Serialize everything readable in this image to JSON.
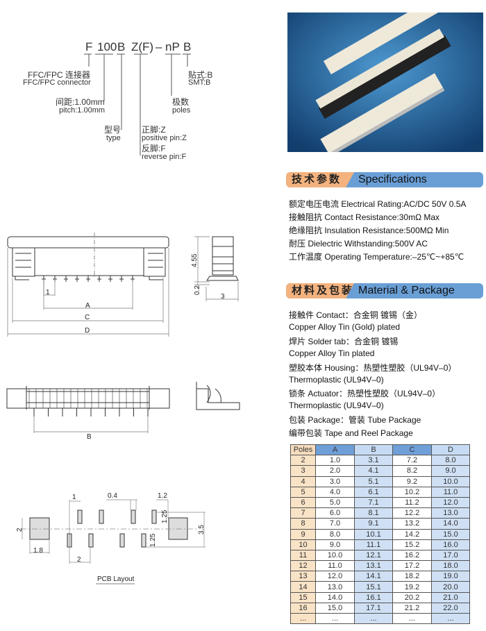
{
  "part_number": {
    "segments": [
      "F",
      "100",
      "B",
      "Z(F)",
      "–",
      "nP",
      "B"
    ],
    "labels": {
      "series_cn": "FFC/FPC 连接器",
      "series_en": "FFC/FPC connector",
      "pitch_cn": "间距:1.00mm",
      "pitch_en": "pitch:1.00mm",
      "type_cn": "型号",
      "type_en": "type",
      "pin_pos_cn": "正脚:Z",
      "pin_pos_en": "positive pin:Z",
      "pin_rev_cn": "反脚:F",
      "pin_rev_en": "reverse pin:F",
      "poles_cn": "极数",
      "poles_en": "poles",
      "smt_cn": "贴式:B",
      "smt_en": "SMT:B"
    }
  },
  "drawings": {
    "front": {
      "dim_1": "1",
      "dim_a": "A",
      "dim_c": "C",
      "dim_d": "D"
    },
    "side": {
      "height": "4.55",
      "offset": "0.2",
      "width": "3"
    },
    "bottom": {
      "dim_b": "B"
    },
    "pcb": {
      "title": "PCB Layout",
      "d_1": "1",
      "d_04": "0.4",
      "d_12": "1.2",
      "d_125a": "1.25",
      "d_125b": "1.25",
      "d_35": "3.5",
      "d_2h": "2",
      "d_18": "1.8",
      "d_2": "2"
    }
  },
  "specs": {
    "title_cn": "技术参数",
    "title_en": "Specifications",
    "lines": [
      "额定电压电流 Electrical Rating:AC/DC 50V 0.5A",
      "接触阻抗 Contact Resistance:30mΩ Max",
      "绝缘阻抗 Insulation Resistance:500MΩ Min",
      "耐压 Dielectric Withstanding:500V AC",
      "工作温度 Operating Temperature:–25℃~+85℃"
    ]
  },
  "material": {
    "title_cn": "材料及包装",
    "title_en": "Material & Package",
    "lines": [
      "接触件 Contact：合金铜 镀锡（金）",
      "Copper Alloy Tin (Gold) plated",
      "焊片 Solder tab：合金铜 镀锡",
      "Copper Alloy Tin plated",
      "塑胶本体 Housing：热塑性塑胶（UL94V–0）",
      "Thermoplastic (UL94V–0)",
      "锁条 Actuator：热塑性塑胶（UL94V–0）",
      "Thermoplastic (UL94V–0)",
      "包装 Package：管装 Tube Package",
      "编带包装 Tape and Reel Package"
    ]
  },
  "table": {
    "headers": [
      "Poles",
      "A",
      "B",
      "C",
      "D"
    ],
    "rows": [
      [
        "2",
        "1.0",
        "3.1",
        "7.2",
        "8.0"
      ],
      [
        "3",
        "2.0",
        "4.1",
        "8.2",
        "9.0"
      ],
      [
        "4",
        "3.0",
        "5.1",
        "9.2",
        "10.0"
      ],
      [
        "5",
        "4.0",
        "6.1",
        "10.2",
        "11.0"
      ],
      [
        "6",
        "5.0",
        "7.1",
        "11.2",
        "12.0"
      ],
      [
        "7",
        "6.0",
        "8.1",
        "12.2",
        "13.0"
      ],
      [
        "8",
        "7.0",
        "9.1",
        "13.2",
        "14.0"
      ],
      [
        "9",
        "8.0",
        "10.1",
        "14.2",
        "15.0"
      ],
      [
        "10",
        "9.0",
        "11.1",
        "15.2",
        "16.0"
      ],
      [
        "11",
        "10.0",
        "12.1",
        "16.2",
        "17.0"
      ],
      [
        "12",
        "11.0",
        "13.1",
        "17.2",
        "18.0"
      ],
      [
        "13",
        "12.0",
        "14.1",
        "18.2",
        "19.0"
      ],
      [
        "14",
        "13.0",
        "15.1",
        "19.2",
        "20.0"
      ],
      [
        "15",
        "14.0",
        "16.1",
        "20.2",
        "21.0"
      ],
      [
        "16",
        "15.0",
        "17.1",
        "21.2",
        "22.0"
      ],
      [
        "...",
        "...",
        "...",
        "...",
        "..."
      ]
    ]
  },
  "colors": {
    "header_orange": "#f3b27e",
    "header_blue": "#6a9fd6",
    "photo_bg": "#1f5f96"
  }
}
